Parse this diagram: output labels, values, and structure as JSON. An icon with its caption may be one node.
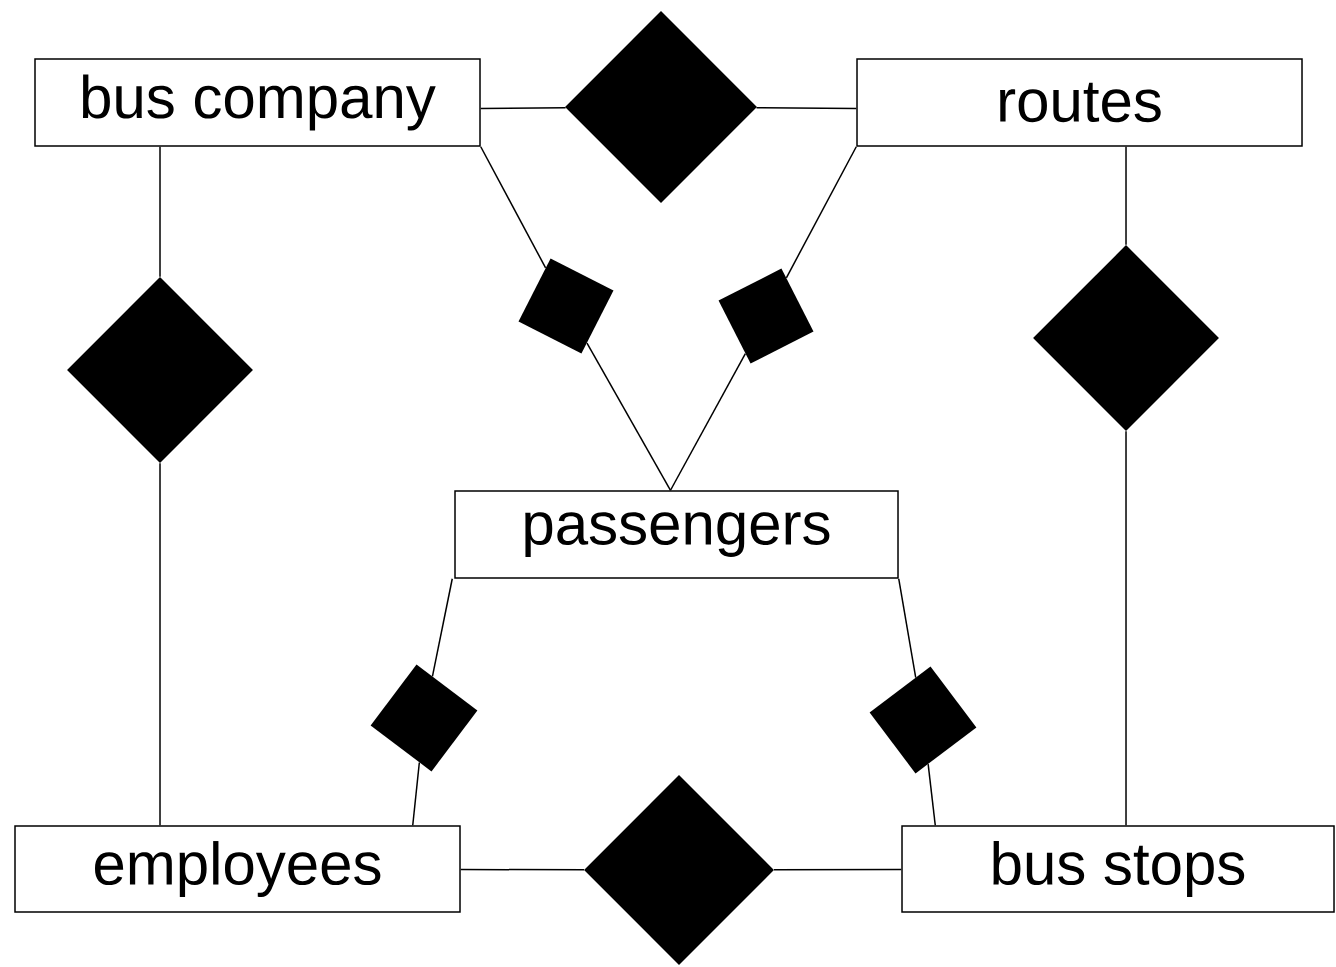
{
  "diagram": {
    "nodes": [
      {
        "text": [
          "bus company"
        ]
      },
      {
        "text": [
          "routes"
        ]
      },
      {
        "text": [
          "passengers"
        ]
      },
      {
        "text": [
          "employees"
        ]
      },
      {
        "text": [
          "bus stops"
        ]
      },
      {
        "text": [],
        "shape": "diamond"
      },
      {
        "text": [],
        "shape": "diamond"
      },
      {
        "text": [],
        "shape": "diamond"
      },
      {
        "text": [],
        "shape": "diamond"
      },
      {
        "text": [],
        "shape": "diamond"
      },
      {
        "text": [],
        "shape": "diamond"
      },
      {
        "text": [],
        "shape": "diamond"
      },
      {
        "text": [],
        "shape": "diamond"
      }
    ],
    "edges": [
      {
        "from": 0,
        "to": 5,
        "arrow": "none"
      },
      {
        "from": 5,
        "to": 1,
        "arrow": "none"
      },
      {
        "from": 0,
        "to": 6,
        "arrow": "none"
      },
      {
        "from": 6,
        "to": 3,
        "arrow": "none"
      },
      {
        "from": 1,
        "to": 7,
        "arrow": "none"
      },
      {
        "from": 7,
        "to": 4,
        "arrow": "none"
      },
      {
        "from": 0,
        "to": 9,
        "arrow": "none"
      },
      {
        "from": 9,
        "to": 2,
        "arrow": "none"
      },
      {
        "from": 1,
        "to": 10,
        "arrow": "none"
      },
      {
        "from": 10,
        "to": 2,
        "arrow": "none"
      },
      {
        "from": 2,
        "to": 11,
        "arrow": "none"
      },
      {
        "from": 11,
        "to": 3,
        "arrow": "none"
      },
      {
        "from": 2,
        "to": 12,
        "arrow": "none"
      },
      {
        "from": 12,
        "to": 4,
        "arrow": "none"
      },
      {
        "from": 3,
        "to": 8,
        "arrow": "none"
      },
      {
        "from": 8,
        "to": 4,
        "arrow": "none"
      }
    ]
  }
}
